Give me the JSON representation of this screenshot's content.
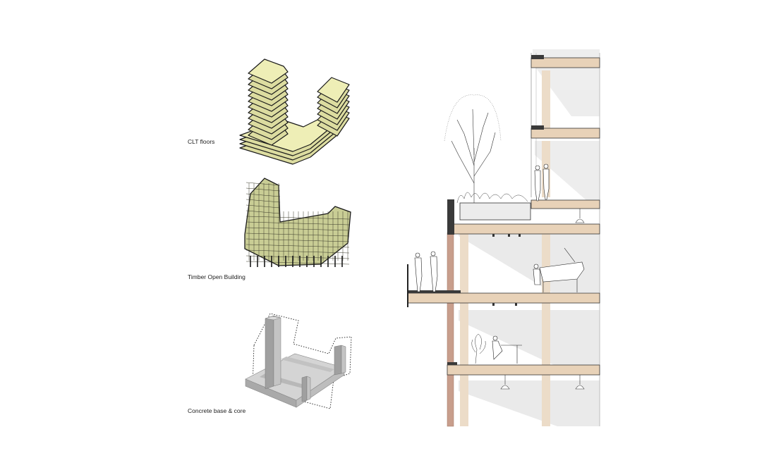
{
  "diagrams": [
    {
      "label": "CLT floors"
    },
    {
      "label": "Timber Open Building"
    },
    {
      "label": "Concrete base & core"
    }
  ],
  "colors": {
    "clt_fill": "#eeeeb6",
    "clt_side": "#dcdca0",
    "timber_fill": "#c9cd95",
    "concrete_light": "#cfcfcf",
    "concrete_dark": "#9a9a9a",
    "wood_slab": "#e8d2b8",
    "wood_column": "#ecdcc8",
    "brick_wall": "#c89e8c",
    "section_shade": "#e6e6e6",
    "line": "#1a1a1a"
  },
  "icons": [
    "tree-icon",
    "person-icon",
    "piano-icon",
    "ceiling-lamp-icon",
    "spotlight-icon",
    "desk-icon",
    "plant-icon"
  ]
}
